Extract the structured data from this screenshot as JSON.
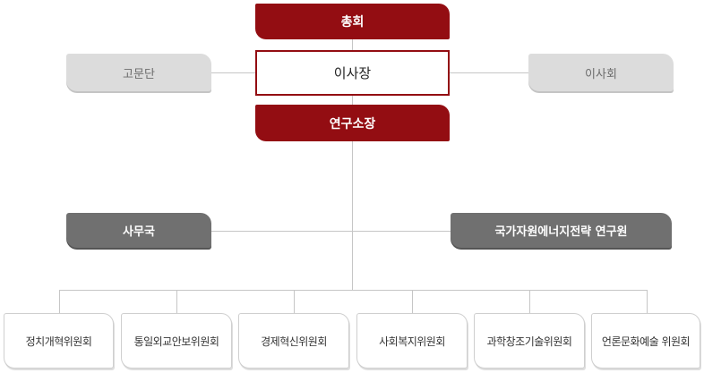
{
  "org_chart": {
    "general_assembly": "총회",
    "chairman": "이사장",
    "advisory_group": "고문단",
    "board_of_directors": "이사회",
    "director": "연구소장",
    "secretariat": "사무국",
    "energy_institute": "국가자원에너지전략 연구원",
    "committees": [
      "정치개혁위원회",
      "통일외교안보위원회",
      "경제혁신위원회",
      "사회복지위원회",
      "과학창조기술위원회",
      "언론문화예술 위원회"
    ]
  },
  "colors": {
    "primary_red": "#930d12",
    "dark_gray": "#707070",
    "light_gray": "#dcdcdc",
    "connector_gray": "#c6c6c6"
  }
}
